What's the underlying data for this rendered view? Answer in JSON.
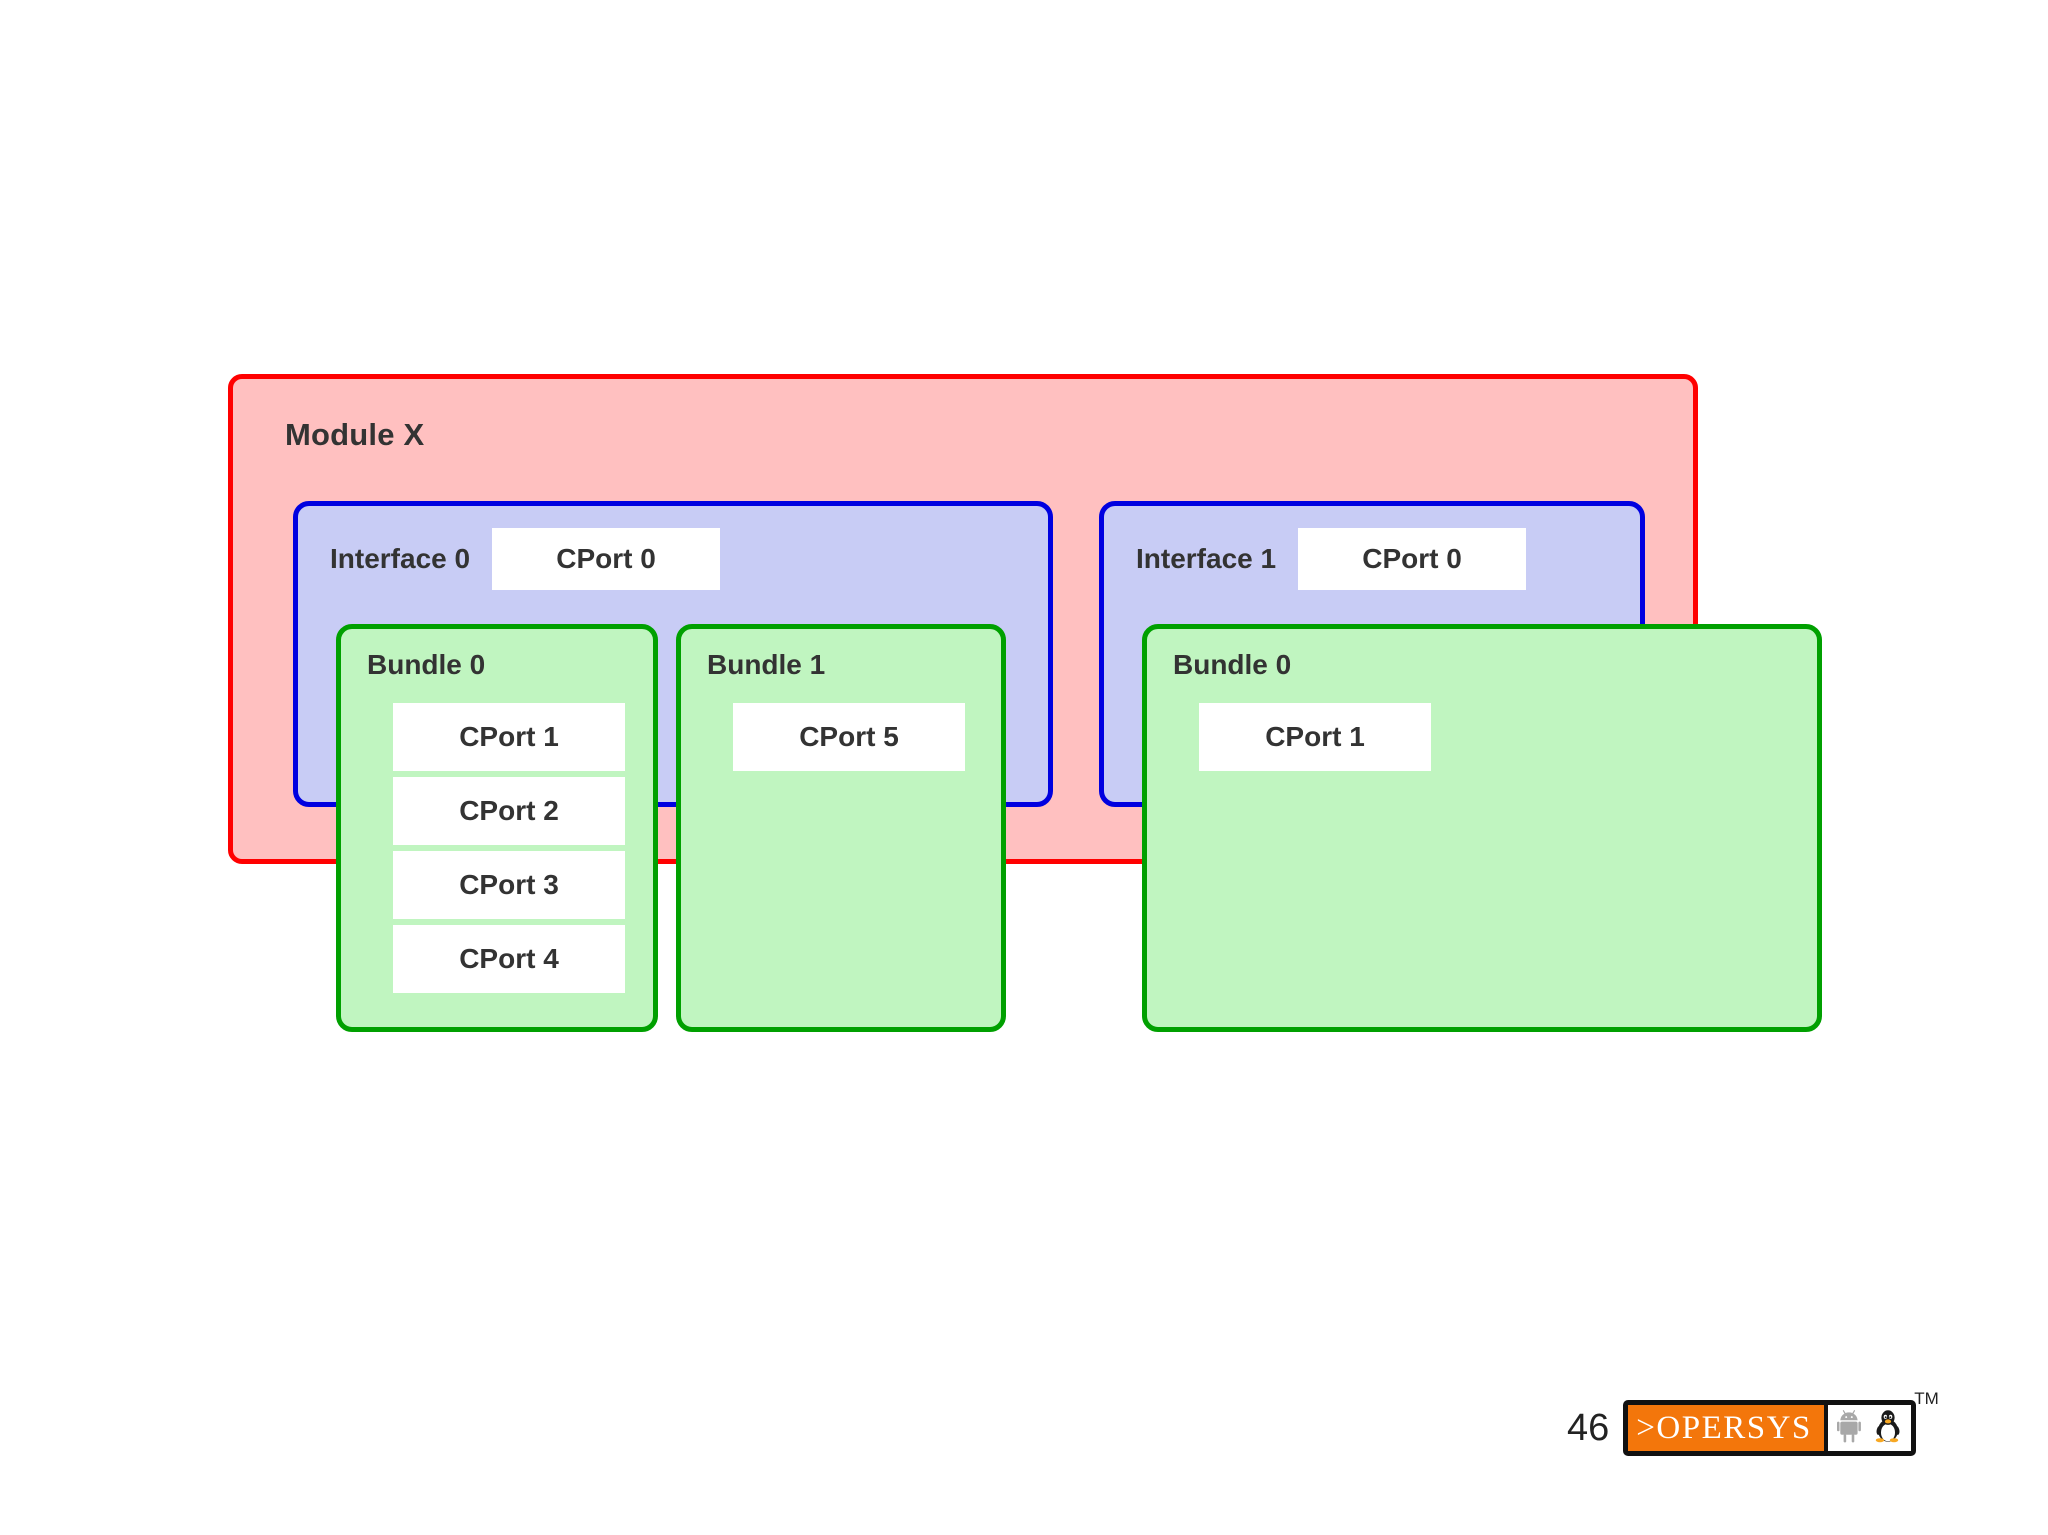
{
  "slide": {
    "page_number": "46"
  },
  "module": {
    "title": "Module X",
    "border_color": "#FF0000",
    "fill_color": "#FFC0C0"
  },
  "interfaces": [
    {
      "label": "Interface 0",
      "cport": "CPort 0",
      "border_color": "#0000E0",
      "fill_color": "#C8CCF5",
      "bundles": [
        {
          "label": "Bundle 0",
          "cports": [
            "CPort 1",
            "CPort 2",
            "CPort 3",
            "CPort 4"
          ]
        },
        {
          "label": "Bundle 1",
          "cports": [
            "CPort 5"
          ]
        }
      ]
    },
    {
      "label": "Interface 1",
      "cport": "CPort 0",
      "border_color": "#0000E0",
      "fill_color": "#C8CCF5",
      "bundles": [
        {
          "label": "Bundle 0",
          "cports": [
            "CPort 1"
          ]
        }
      ]
    }
  ],
  "bundle_style": {
    "border_color": "#00A000",
    "fill_color": "#C0F5C0"
  },
  "footer": {
    "brand": ">OPERSYS",
    "trademark": "TM",
    "brand_color": "#F3760B",
    "icons": [
      "android-robot-icon",
      "linux-penguin-icon"
    ]
  }
}
